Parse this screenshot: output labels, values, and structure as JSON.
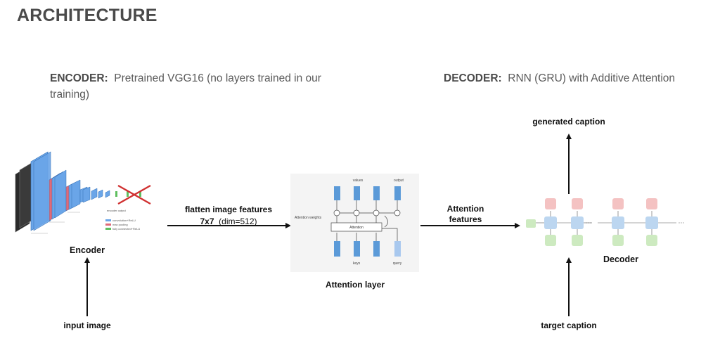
{
  "title": "ARCHITECTURE",
  "encoder_section": {
    "heading": "ENCODER:",
    "description": "Pretrained VGG16 (no layers trained in our training)"
  },
  "decoder_section": {
    "heading": "DECODER:",
    "description": "RNN (GRU) with Additive Attention"
  },
  "labels": {
    "encoder": "Encoder",
    "input_image": "input image",
    "flatten_line1": "flatten image features",
    "flatten_line2": "7x7",
    "flatten_dim": "(dim=512)",
    "attention_features_line1": "Attention",
    "attention_features_line2": "features",
    "attention_layer": "Attention layer",
    "generated_caption": "generated caption",
    "decoder": "Decoder",
    "target_caption": "target caption"
  },
  "vgg_figure": {
    "legend": [
      "convolution+ReLU",
      "max pooling",
      "fully connected+ReLU"
    ],
    "encoder_output_label": "encoder output",
    "colors": {
      "conv": "#6aa5e8",
      "pool": "#e06a78",
      "fc": "#5fbf5f",
      "cross": "#d03030"
    }
  },
  "attention_figure": {
    "values_label": "values",
    "output_label": "output",
    "keys_label": "keys",
    "query_label": "query",
    "weights_label": "Attention weights",
    "attention_box": "Attention",
    "colors": {
      "vector": "#5b9ad8",
      "query": "#a8c8ee"
    }
  },
  "decoder_figure": {
    "colors": {
      "cell": "#bcd6f0",
      "top": "#f4c2c2",
      "bottom": "#cdeac0"
    }
  }
}
